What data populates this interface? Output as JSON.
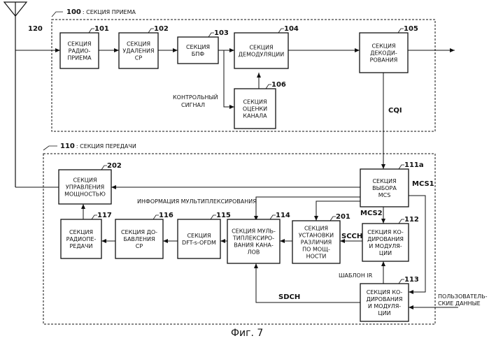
{
  "antenna_label": "120",
  "rx_group": {
    "number": "100",
    "label": ": СЕКЦИЯ ПРИЕМА"
  },
  "tx_group": {
    "number": "110",
    "label": ": СЕКЦИЯ ПЕРЕДАЧИ"
  },
  "blocks": {
    "b101": {
      "number": "101",
      "lines": [
        "СЕКЦИЯ",
        "РАДИО-",
        "ПРИЕМА"
      ]
    },
    "b102": {
      "number": "102",
      "lines": [
        "СЕКЦИЯ",
        "УДАЛЕНИЯ",
        "СР"
      ]
    },
    "b103": {
      "number": "103",
      "lines": [
        "СЕКЦИЯ",
        "БПФ"
      ]
    },
    "b104": {
      "number": "104",
      "lines": [
        "СЕКЦИЯ",
        "ДЕМОДУЛЯЦИИ"
      ]
    },
    "b105": {
      "number": "105",
      "lines": [
        "СЕКЦИЯ",
        "ДЕКОДИ-",
        "РОВАНИЯ"
      ]
    },
    "b106": {
      "number": "106",
      "lines": [
        "СЕКЦИЯ",
        "ОЦЕНКИ",
        "КАНАЛА"
      ]
    },
    "b202": {
      "number": "202",
      "lines": [
        "СЕКЦИЯ",
        "УПРАВЛЕНИЯ",
        "МОЩНОСТЬЮ"
      ]
    },
    "b111a": {
      "number": "111a",
      "lines": [
        "СЕКЦИЯ",
        "ВЫБОРА",
        "MCS"
      ]
    },
    "b117": {
      "number": "117",
      "lines": [
        "СЕКЦИЯ",
        "РАДИОПЕ-",
        "РЕДАЧИ"
      ]
    },
    "b116": {
      "number": "116",
      "lines": [
        "СЕКЦИЯ ДО-",
        "БАВЛЕНИЯ",
        "СР"
      ]
    },
    "b115": {
      "number": "115",
      "lines": [
        "СЕКЦИЯ",
        "DFT-s-OFDM"
      ]
    },
    "b114": {
      "number": "114",
      "lines": [
        "СЕКЦИЯ МУЛЬ-",
        "ТИПЛЕКСИРО-",
        "ВАНИЯ КАНА-",
        "ЛОВ"
      ]
    },
    "b201": {
      "number": "201",
      "lines": [
        "СЕКЦИЯ",
        "УСТАНОВКИ",
        "РАЗЛИЧИЯ",
        "ПО МОЩ-",
        "НОСТИ"
      ]
    },
    "b112": {
      "number": "112",
      "lines": [
        "СЕКЦИЯ КО-",
        "ДИРОВАНИЯ",
        "И МОДУЛЯ-",
        "ЦИИ"
      ]
    },
    "b113": {
      "number": "113",
      "lines": [
        "СЕКЦИЯ КО-",
        "ДИРОВАНИЯ",
        "И МОДУЛЯ-",
        "ЦИИ"
      ]
    }
  },
  "signals": {
    "pilot": [
      "КОНТРОЛЬНЫЙ",
      "СИГНАЛ"
    ],
    "cqi": "CQI",
    "mcs1": "MCS1",
    "mcs2": "MCS2",
    "scch": "SCCH",
    "sdch": "SDCH",
    "mux_info": "ИНФОРМАЦИЯ МУЛЬТИПЛЕКСИРОВАНИЯ",
    "ir_template": "ШАБЛОН IR",
    "user_data": [
      "ПОЛЬЗОВАТЕЛЬ-",
      "СКИЕ ДАННЫЕ"
    ]
  },
  "caption": "Фиг. 7"
}
